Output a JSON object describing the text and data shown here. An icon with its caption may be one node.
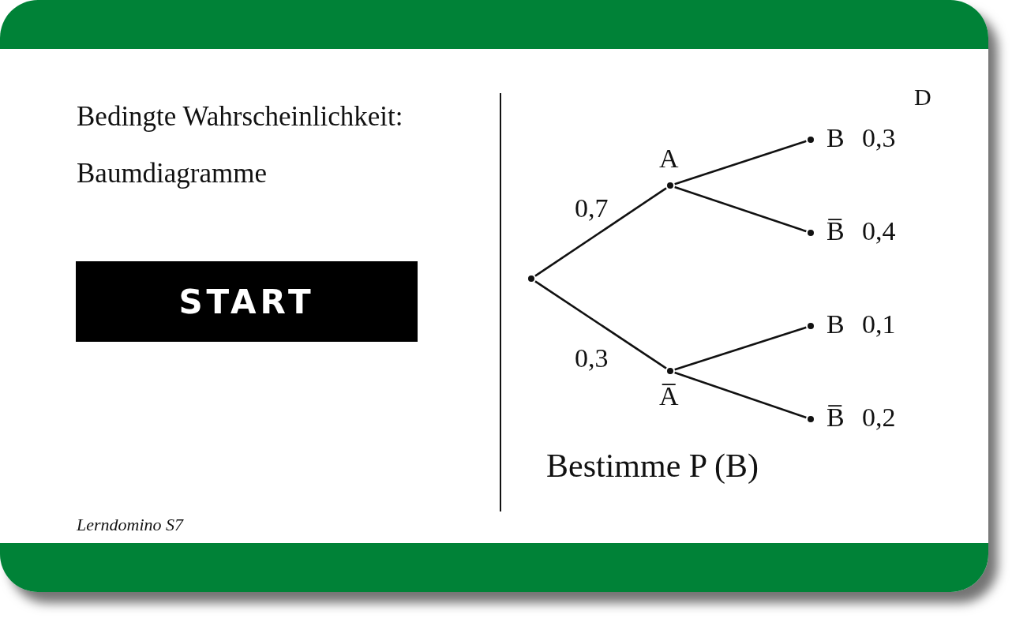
{
  "diagram": {
    "title": "Bedingte Wahrscheinlichkeit: Baumdiagramme",
    "nodes": [
      {
        "text": [
          "START"
        ]
      },
      {
        "text": [],
        "shape": "circle"
      },
      {
        "text": [
          "A"
        ]
      },
      {
        "text": [
          "A̅"
        ]
      },
      {
        "text": [
          "B"
        ],
        "beside": [
          "0,3"
        ]
      },
      {
        "text": [
          "B̅"
        ],
        "beside": [
          "0,4"
        ]
      },
      {
        "text": [
          "B"
        ],
        "beside": [
          "0,1"
        ]
      },
      {
        "text": [
          "B̅"
        ],
        "beside": [
          "0,2"
        ]
      }
    ],
    "edges": [
      {
        "from": 1,
        "to": 2,
        "arrow": "none",
        "label": "0,7"
      },
      {
        "from": 1,
        "to": 3,
        "arrow": "none",
        "label": "0,3"
      },
      {
        "from": 2,
        "to": 4,
        "arrow": "none"
      },
      {
        "from": 2,
        "to": 5,
        "arrow": "none"
      },
      {
        "from": 3,
        "to": 6,
        "arrow": "none"
      },
      {
        "from": 3,
        "to": 7,
        "arrow": "none"
      }
    ],
    "labels": [
      "D",
      "Bestimme P (B)",
      "Lerndomino S7"
    ]
  }
}
